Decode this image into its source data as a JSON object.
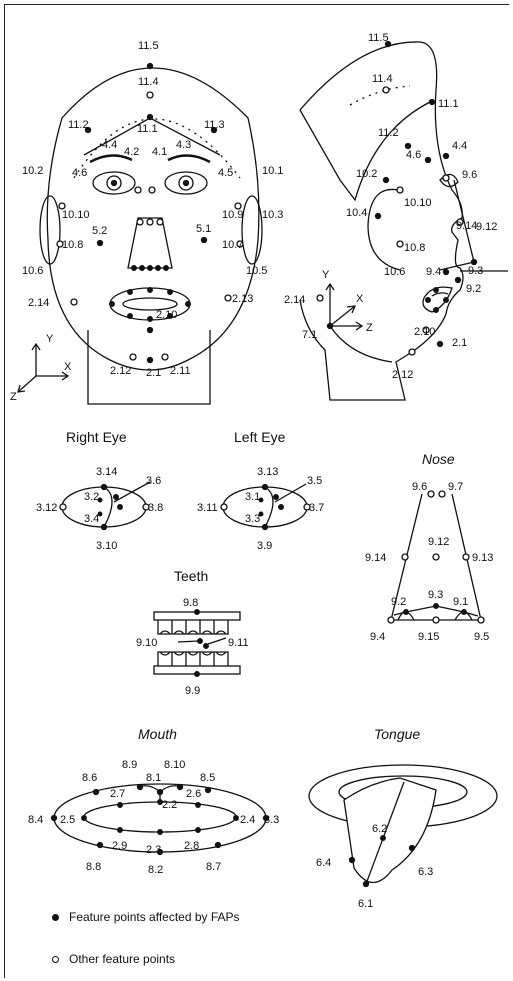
{
  "sections": {
    "right_eye": "Right Eye",
    "left_eye": "Left Eye",
    "nose": "Nose",
    "teeth": "Teeth",
    "mouth": "Mouth",
    "tongue": "Tongue"
  },
  "axes": {
    "y": "Y",
    "x": "X",
    "z": "Z"
  },
  "legend": {
    "filled": "Feature points affected by FAPs",
    "hollow": "Other feature points"
  },
  "front_face_labels": [
    "11.5",
    "11.4",
    "11.2",
    "11.1",
    "11.3",
    "4.4",
    "4.2",
    "4.1",
    "4.3",
    "10.2",
    "4.6",
    "4.5",
    "10.1",
    "10.10",
    "10.9",
    "10.3",
    "5.2",
    "5.1",
    "10.8",
    "10.7",
    "10.6",
    "10.5",
    "2.14",
    "2.13",
    "2.10",
    "2.12",
    "2.1",
    "2.11"
  ],
  "side_face_labels": [
    "11.5",
    "11.4",
    "11.1",
    "11.2",
    "4.6",
    "4.4",
    "10.2",
    "9.6",
    "10.10",
    "10.4",
    "9.14",
    "9.12",
    "10.8",
    "10.6",
    "9.4",
    "9.3",
    "9.2",
    "2.14",
    "7.1",
    "2.10",
    "2.1",
    "2.12"
  ],
  "right_eye_labels": [
    "3.14",
    "3.6",
    "3.2",
    "3.12",
    "3.8",
    "3.4",
    "3.10"
  ],
  "left_eye_labels": [
    "3.13",
    "3.5",
    "3.1",
    "3.11",
    "3.7",
    "3.3",
    "3.9"
  ],
  "nose_labels": [
    "9.6",
    "9.7",
    "9.12",
    "9.14",
    "9.13",
    "9.3",
    "9.2",
    "9.1",
    "9.4",
    "9.15",
    "9.5"
  ],
  "teeth_labels": [
    "9.8",
    "9.10",
    "9.11",
    "9.9"
  ],
  "mouth_labels": [
    "8.6",
    "8.9",
    "8.10",
    "8.5",
    "8.1",
    "2.7",
    "2.2",
    "2.6",
    "8.4",
    "2.5",
    "2.4",
    "8.3",
    "2.9",
    "2.3",
    "2.8",
    "8.8",
    "8.2",
    "8.7"
  ],
  "tongue_labels": [
    "6.2",
    "6.4",
    "6.3",
    "6.1"
  ]
}
